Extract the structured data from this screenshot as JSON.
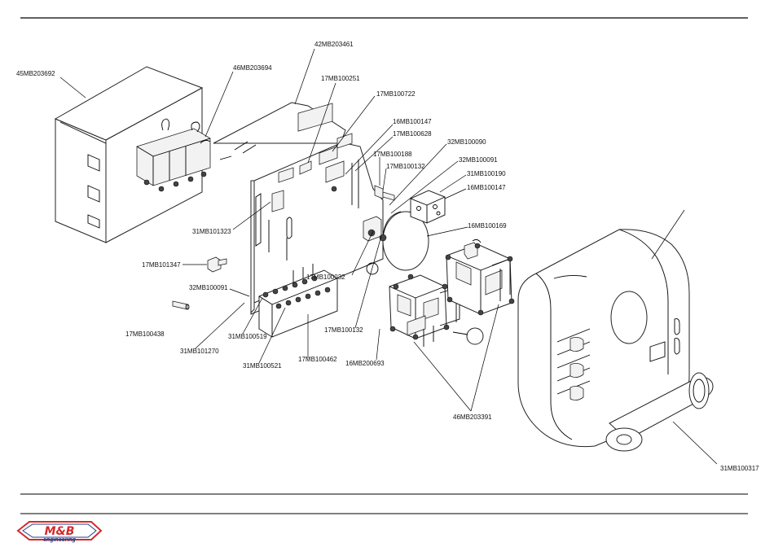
{
  "callouts": {
    "c01": "45MB203692",
    "c02": "46MB203694",
    "c03": "42MB203461",
    "c04": "17MB100251",
    "c05": "17MB100722",
    "c06": "16MB100147",
    "c07": "17MB100628",
    "c08": "17MB100188",
    "c09": "32MB100090",
    "c10": "32MB100091",
    "c11": "17MB100132",
    "c12": "31MB100190",
    "c13": "16MB100147",
    "c14": "16MB100169",
    "c15": "31MB101323",
    "c16": "17MB101347",
    "c17": "32MB100091",
    "c18": "17MB100032",
    "c19": "17MB100438",
    "c20": "31MB100519",
    "c21": "17MB100132",
    "c22": "31MB101270",
    "c23": "31MB100521",
    "c24": "17MB100462",
    "c25": "16MB200693",
    "c26": "46MB203391",
    "c27": "31MB100317"
  },
  "logo": {
    "mark": "M&B",
    "subtitle": "engineering",
    "colors": {
      "red": "#d42a2a",
      "blue": "#1f3f8f"
    }
  }
}
